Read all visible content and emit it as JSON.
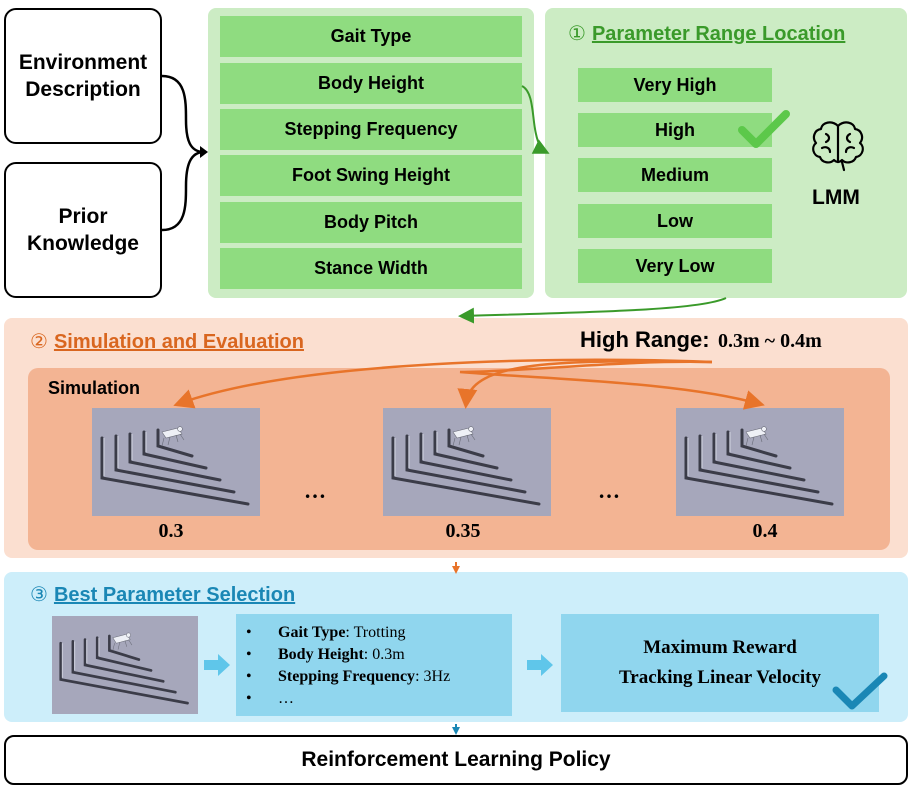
{
  "inputs": {
    "environment": [
      "Environment",
      "Description"
    ],
    "prior": [
      "Prior",
      "Knowledge"
    ]
  },
  "parameters": [
    "Gait Type",
    "Body Height",
    "Stepping Frequency",
    "Foot Swing Height",
    "Body Pitch",
    "Stance Width"
  ],
  "section1": {
    "num": "①",
    "title": "Parameter Range Location",
    "levels": [
      "Very High",
      "High",
      "Medium",
      "Low",
      "Very Low"
    ],
    "lmm_label": "LMM"
  },
  "section2": {
    "num": "②",
    "title": "Simulation and Evaluation",
    "range_label": "High Range:",
    "range_value": "0.3m ~ 0.4m",
    "sim_title": "Simulation",
    "samples": [
      "0.3",
      "0.35",
      "0.4"
    ],
    "ellipsis": "…"
  },
  "section3": {
    "num": "③",
    "title": "Best Parameter Selection",
    "bullets": [
      {
        "key": "Gait Type",
        "value": ": Trotting"
      },
      {
        "key": "Body Height",
        "value": ": 0.3m"
      },
      {
        "key": "Stepping Frequency",
        "value": ": 3Hz"
      },
      {
        "key": "",
        "value": "…"
      }
    ],
    "bullet_char": "•",
    "result_lines": [
      "Maximum Reward",
      "Tracking Linear Velocity"
    ]
  },
  "policy": "Reinforcement Learning Policy",
  "colors": {
    "green_panel": "#ccecc4",
    "green_item": "#8fdc80",
    "green_title": "#3a9a2a",
    "orange_panel": "#fbdfd0",
    "orange_inner": "#f3b493",
    "orange_title": "#d9661f",
    "blue_panel": "#cdeefa",
    "blue_item": "#90d6ee",
    "blue_title": "#1a87b5",
    "check_green": "#5cc84a",
    "check_blue": "#1a87b5"
  }
}
